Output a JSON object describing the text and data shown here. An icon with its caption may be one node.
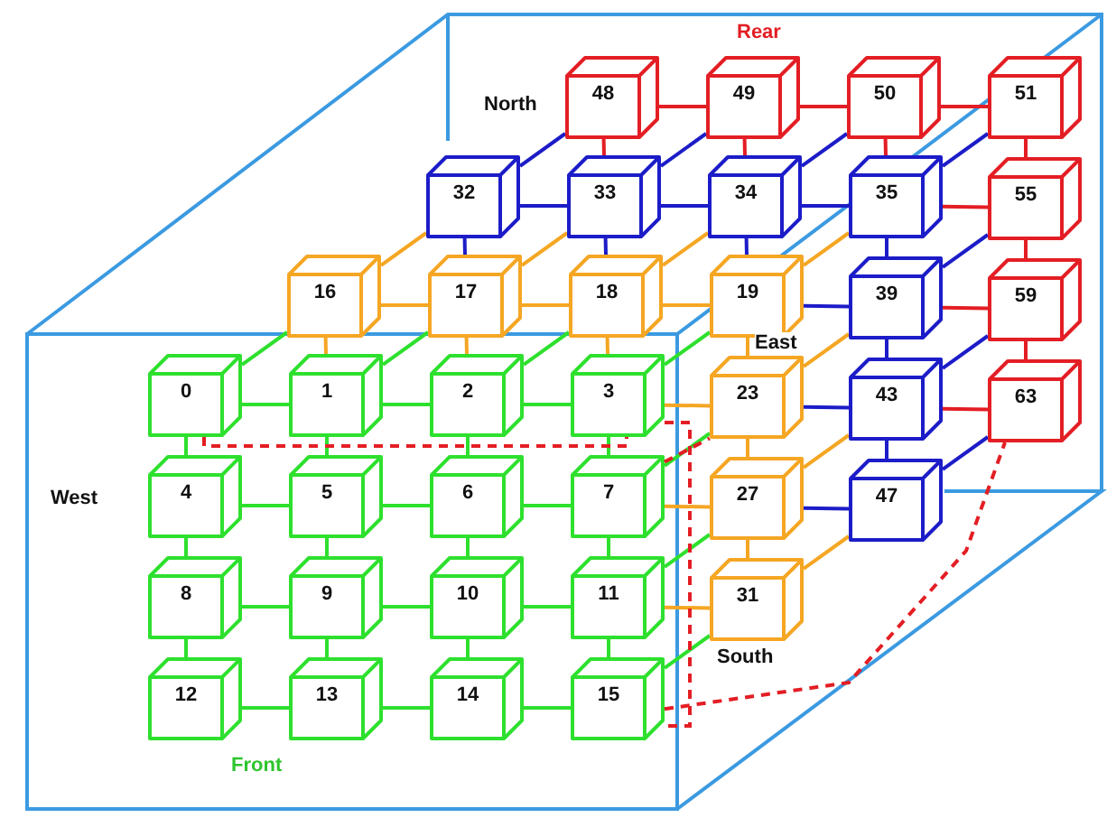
{
  "diagram": {
    "nodes": [
      {
        "text": [
          "0"
        ]
      },
      {
        "text": [
          "1"
        ]
      },
      {
        "text": [
          "2"
        ]
      },
      {
        "text": [
          "3"
        ]
      },
      {
        "text": [
          "4"
        ]
      },
      {
        "text": [
          "5"
        ]
      },
      {
        "text": [
          "6"
        ]
      },
      {
        "text": [
          "7"
        ]
      },
      {
        "text": [
          "8"
        ]
      },
      {
        "text": [
          "9"
        ]
      },
      {
        "text": [
          "10"
        ]
      },
      {
        "text": [
          "11"
        ]
      },
      {
        "text": [
          "12"
        ]
      },
      {
        "text": [
          "13"
        ]
      },
      {
        "text": [
          "14"
        ]
      },
      {
        "text": [
          "15"
        ]
      },
      {
        "text": [
          "16"
        ]
      },
      {
        "text": [
          "17"
        ]
      },
      {
        "text": [
          "18"
        ]
      },
      {
        "text": [
          "19"
        ]
      },
      {
        "text": [
          "23"
        ]
      },
      {
        "text": [
          "27"
        ]
      },
      {
        "text": [
          "31"
        ]
      },
      {
        "text": [
          "32"
        ]
      },
      {
        "text": [
          "33"
        ]
      },
      {
        "text": [
          "34"
        ]
      },
      {
        "text": [
          "35"
        ]
      },
      {
        "text": [
          "39"
        ]
      },
      {
        "text": [
          "43"
        ]
      },
      {
        "text": [
          "47"
        ]
      },
      {
        "text": [
          "48"
        ]
      },
      {
        "text": [
          "49"
        ]
      },
      {
        "text": [
          "50"
        ]
      },
      {
        "text": [
          "51"
        ]
      },
      {
        "text": [
          "55"
        ]
      },
      {
        "text": [
          "59"
        ]
      },
      {
        "text": [
          "63"
        ]
      }
    ],
    "edges": [
      {
        "from": 0,
        "to": 1,
        "arrow": "none"
      },
      {
        "from": 1,
        "to": 2,
        "arrow": "none"
      },
      {
        "from": 2,
        "to": 3,
        "arrow": "none"
      },
      {
        "from": 4,
        "to": 5,
        "arrow": "none"
      },
      {
        "from": 5,
        "to": 6,
        "arrow": "none"
      },
      {
        "from": 6,
        "to": 7,
        "arrow": "none"
      },
      {
        "from": 8,
        "to": 9,
        "arrow": "none"
      },
      {
        "from": 9,
        "to": 10,
        "arrow": "none"
      },
      {
        "from": 10,
        "to": 11,
        "arrow": "none"
      },
      {
        "from": 12,
        "to": 13,
        "arrow": "none"
      },
      {
        "from": 13,
        "to": 14,
        "arrow": "none"
      },
      {
        "from": 14,
        "to": 15,
        "arrow": "none"
      },
      {
        "from": 0,
        "to": 4,
        "arrow": "none"
      },
      {
        "from": 4,
        "to": 8,
        "arrow": "none"
      },
      {
        "from": 8,
        "to": 12,
        "arrow": "none"
      },
      {
        "from": 1,
        "to": 5,
        "arrow": "none"
      },
      {
        "from": 5,
        "to": 9,
        "arrow": "none"
      },
      {
        "from": 9,
        "to": 13,
        "arrow": "none"
      },
      {
        "from": 2,
        "to": 6,
        "arrow": "none"
      },
      {
        "from": 6,
        "to": 10,
        "arrow": "none"
      },
      {
        "from": 10,
        "to": 14,
        "arrow": "none"
      },
      {
        "from": 3,
        "to": 7,
        "arrow": "none"
      },
      {
        "from": 7,
        "to": 11,
        "arrow": "none"
      },
      {
        "from": 11,
        "to": 15,
        "arrow": "none"
      },
      {
        "from": 0,
        "to": 16,
        "arrow": "none"
      },
      {
        "from": 1,
        "to": 17,
        "arrow": "none"
      },
      {
        "from": 2,
        "to": 18,
        "arrow": "none"
      },
      {
        "from": 3,
        "to": 19,
        "arrow": "none"
      },
      {
        "from": 7,
        "to": 20,
        "arrow": "none"
      },
      {
        "from": 11,
        "to": 21,
        "arrow": "none"
      },
      {
        "from": 15,
        "to": 22,
        "arrow": "none"
      },
      {
        "from": 16,
        "to": 17,
        "arrow": "none",
        "color": "#f5a623"
      },
      {
        "from": 17,
        "to": 18,
        "arrow": "none",
        "color": "#f5a623"
      },
      {
        "from": 18,
        "to": 19,
        "arrow": "none",
        "color": "#f5a623"
      },
      {
        "from": 19,
        "to": 20,
        "arrow": "none",
        "color": "#f5a623"
      },
      {
        "from": 20,
        "to": 21,
        "arrow": "none",
        "color": "#f5a623"
      },
      {
        "from": 21,
        "to": 22,
        "arrow": "none",
        "color": "#f5a623"
      },
      {
        "from": 16,
        "to": 23,
        "arrow": "none",
        "color": "#f5a623"
      },
      {
        "from": 17,
        "to": 24,
        "arrow": "none",
        "color": "#f5a623"
      },
      {
        "from": 18,
        "to": 25,
        "arrow": "none",
        "color": "#f5a623"
      },
      {
        "from": 19,
        "to": 26,
        "arrow": "none",
        "color": "#f5a623"
      },
      {
        "from": 20,
        "to": 27,
        "arrow": "none",
        "color": "#f5a623"
      },
      {
        "from": 21,
        "to": 28,
        "arrow": "none",
        "color": "#f5a623"
      },
      {
        "from": 22,
        "to": 29,
        "arrow": "none",
        "color": "#f5a623"
      },
      {
        "from": 23,
        "to": 24,
        "arrow": "none",
        "color": "#1c1cc8"
      },
      {
        "from": 24,
        "to": 25,
        "arrow": "none",
        "color": "#1c1cc8"
      },
      {
        "from": 25,
        "to": 26,
        "arrow": "none",
        "color": "#1c1cc8"
      },
      {
        "from": 26,
        "to": 27,
        "arrow": "none",
        "color": "#1c1cc8"
      },
      {
        "from": 27,
        "to": 28,
        "arrow": "none",
        "color": "#1c1cc8"
      },
      {
        "from": 28,
        "to": 29,
        "arrow": "none",
        "color": "#1c1cc8"
      },
      {
        "from": 23,
        "to": 30,
        "arrow": "none",
        "color": "#1c1cc8"
      },
      {
        "from": 24,
        "to": 31,
        "arrow": "none",
        "color": "#1c1cc8"
      },
      {
        "from": 25,
        "to": 32,
        "arrow": "none",
        "color": "#1c1cc8"
      },
      {
        "from": 26,
        "to": 33,
        "arrow": "none",
        "color": "#1c1cc8"
      },
      {
        "from": 27,
        "to": 34,
        "arrow": "none",
        "color": "#1c1cc8"
      },
      {
        "from": 28,
        "to": 35,
        "arrow": "none",
        "color": "#1c1cc8"
      },
      {
        "from": 29,
        "to": 36,
        "arrow": "none",
        "color": "#1c1cc8"
      },
      {
        "from": 30,
        "to": 31,
        "arrow": "none",
        "color": "#e31e24"
      },
      {
        "from": 31,
        "to": 32,
        "arrow": "none",
        "color": "#e31e24"
      },
      {
        "from": 32,
        "to": 33,
        "arrow": "none",
        "color": "#e31e24"
      },
      {
        "from": 33,
        "to": 34,
        "arrow": "none",
        "color": "#e31e24"
      },
      {
        "from": 34,
        "to": 35,
        "arrow": "none",
        "color": "#e31e24"
      },
      {
        "from": 35,
        "to": 36,
        "arrow": "none",
        "color": "#e31e24"
      },
      {
        "from": 1,
        "to": 16,
        "arrow": "none",
        "color": "#f5a623"
      },
      {
        "from": 2,
        "to": 17,
        "arrow": "none",
        "color": "#f5a623"
      },
      {
        "from": 3,
        "to": 18,
        "arrow": "none",
        "color": "#f5a623"
      },
      {
        "from": 3,
        "to": 20,
        "arrow": "none",
        "color": "#f5a623"
      },
      {
        "from": 7,
        "to": 21,
        "arrow": "none",
        "color": "#f5a623"
      },
      {
        "from": 11,
        "to": 22,
        "arrow": "none",
        "color": "#f5a623"
      },
      {
        "from": 17,
        "to": 23,
        "arrow": "none",
        "color": "#1c1cc8"
      },
      {
        "from": 18,
        "to": 24,
        "arrow": "none",
        "color": "#1c1cc8"
      },
      {
        "from": 19,
        "to": 25,
        "arrow": "none",
        "color": "#1c1cc8"
      },
      {
        "from": 19,
        "to": 27,
        "arrow": "none",
        "color": "#1c1cc8"
      },
      {
        "from": 20,
        "to": 28,
        "arrow": "none",
        "color": "#1c1cc8"
      },
      {
        "from": 21,
        "to": 29,
        "arrow": "none",
        "color": "#1c1cc8"
      },
      {
        "from": 24,
        "to": 30,
        "arrow": "none",
        "color": "#e31e24"
      },
      {
        "from": 25,
        "to": 31,
        "arrow": "none",
        "color": "#e31e24"
      },
      {
        "from": 26,
        "to": 32,
        "arrow": "none",
        "color": "#e31e24"
      },
      {
        "from": 26,
        "to": 34,
        "arrow": "none",
        "color": "#e31e24"
      },
      {
        "from": 27,
        "to": 35,
        "arrow": "none",
        "color": "#e31e24"
      },
      {
        "from": 28,
        "to": 36,
        "arrow": "none",
        "color": "#e31e24"
      },
      {
        "from": 0,
        "to": 3,
        "arrow": "none",
        "style": "dashed",
        "color": "#e31e24"
      },
      {
        "from": 3,
        "to": 15,
        "arrow": "none",
        "style": "dashed",
        "color": "#e31e24"
      },
      {
        "from": 15,
        "to": 36,
        "arrow": "none",
        "style": "dashed",
        "color": "#e31e24"
      },
      {
        "from": 7,
        "to": 20,
        "arrow": "none",
        "style": "dashed",
        "color": "#e31e24"
      }
    ],
    "labels": [
      "Rear",
      "North",
      "East",
      "West",
      "South",
      "Front"
    ]
  }
}
